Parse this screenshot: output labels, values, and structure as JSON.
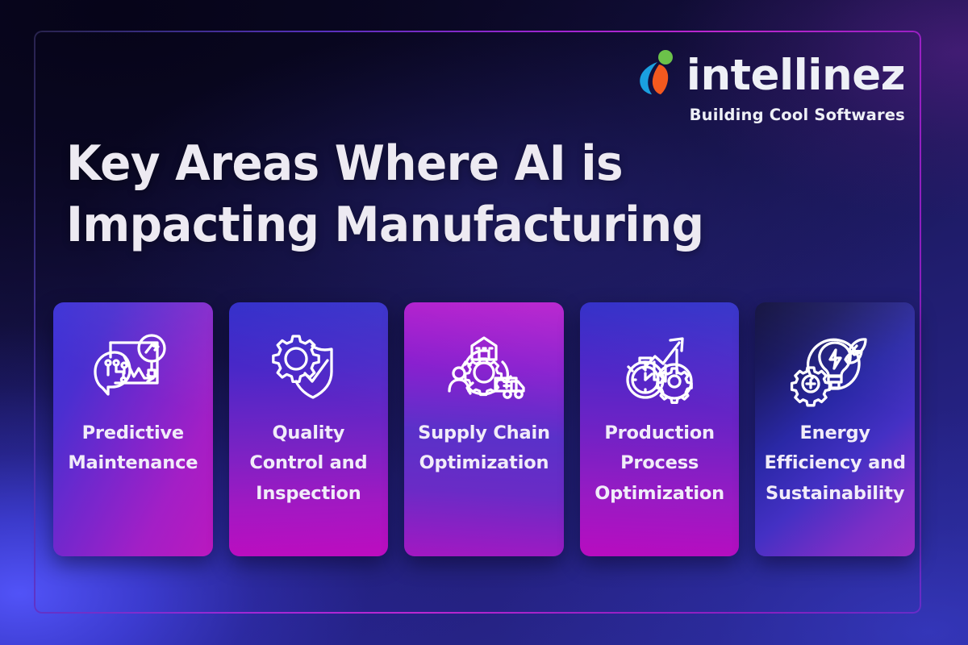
{
  "brand": {
    "name": "intellinez",
    "tagline": "Building Cool Softwares",
    "mark_icon": "intellinez-droplet-logomark",
    "colors": {
      "blue": "#1a9fe0",
      "green": "#6cc24a",
      "orange": "#f4591f",
      "wordmark": "#eef0f6"
    }
  },
  "title": {
    "line1": "Key Areas Where AI is",
    "line2": "Impacting Manufacturing",
    "color": "#edeaf2"
  },
  "frame": {
    "accent_start": "#3a2f86",
    "accent_end": "#c429d5"
  },
  "background": {
    "deep_navy": "#0b0828",
    "indigo": "#1e1b66",
    "glow_blue": "#5456ff",
    "glow_magenta": "#7824a0"
  },
  "cards": [
    {
      "id": "predictive-maintenance",
      "label_line1": "Predictive",
      "label_line2": "Maintenance",
      "label_line3": "",
      "icon": "ai-head-chart-magnifier-icon",
      "gradient_from": "#3a31d6",
      "gradient_to": "#bb18bf"
    },
    {
      "id": "quality-control-and-inspection",
      "label_line1": "Quality",
      "label_line2": "Control and",
      "label_line3": "Inspection",
      "icon": "gear-shield-check-icon",
      "gradient_from": "#2f2bc9",
      "gradient_to": "#bd0cc0"
    },
    {
      "id": "supply-chain-optimization",
      "label_line1": "Supply Chain",
      "label_line2": "Optimization",
      "label_line3": "",
      "icon": "warehouse-gear-truck-cycle-icon",
      "gradient_from": "#b61ccd",
      "gradient_to": "#a318c2"
    },
    {
      "id": "production-process-optimization",
      "label_line1": "Production",
      "label_line2": "Process",
      "label_line3": "Optimization",
      "icon": "stopwatch-gear-growth-arrow-icon",
      "gradient_from": "#2c2cc7",
      "gradient_to": "#b80cc0"
    },
    {
      "id": "energy-efficiency-and-sustainability",
      "label_line1": "Energy",
      "label_line2": "Efficiency and",
      "label_line3": "Sustainability",
      "icon": "lightbulb-leaf-gear-icon",
      "gradient_from": "#11103c",
      "gradient_to": "#9a2cc4"
    }
  ]
}
